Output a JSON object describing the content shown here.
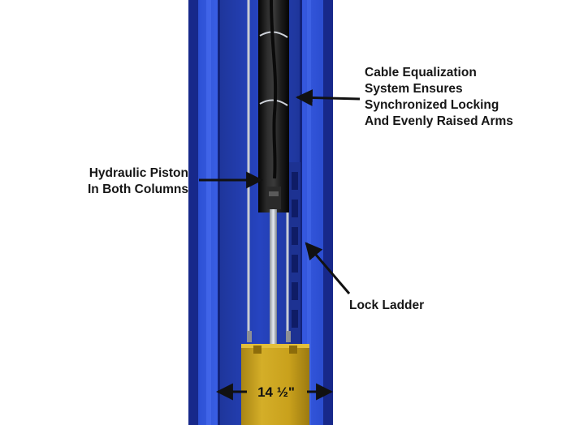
{
  "callouts": {
    "cable": {
      "lines": [
        "Cable Equalization",
        "System Ensures",
        "Synchronized Locking",
        "And Evenly Raised Arms"
      ]
    },
    "piston": {
      "lines": [
        "Hydraulic Piston",
        "In Both Columns"
      ]
    },
    "lock_ladder": {
      "lines": [
        "Lock Ladder"
      ]
    }
  },
  "width_dimension": {
    "label": "14 ½\""
  },
  "colors": {
    "column_blue": "#2d4fd3",
    "column_dark": "#1a2d92",
    "carriage_yellow": "#c9a11c",
    "cylinder_black": "#1a1a1a",
    "arrow_black": "#111111"
  }
}
